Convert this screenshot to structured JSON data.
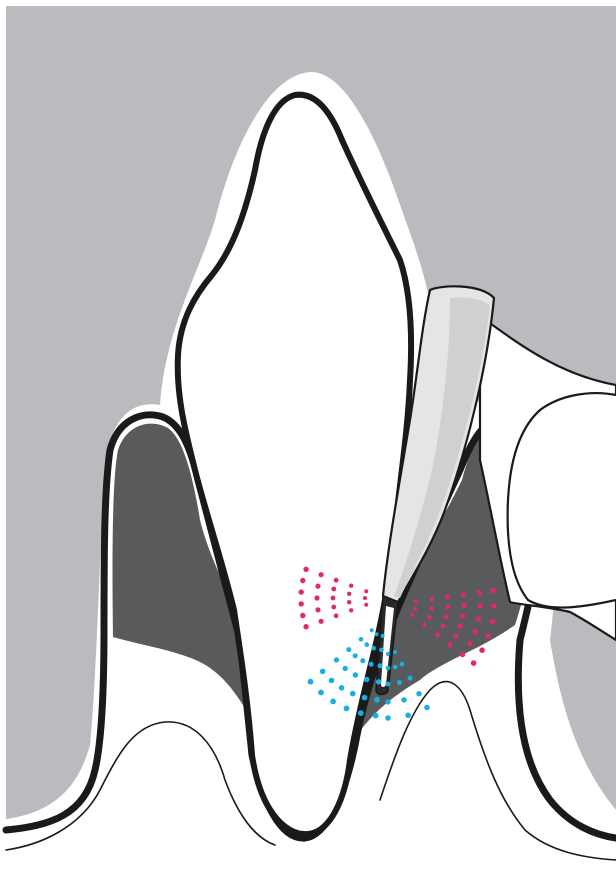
{
  "colors": {
    "background_gray": "#b9bbbe",
    "page_white": "#ffffff",
    "outline_black": "#1a1a1a",
    "gum_pocket_dark": "#595a5c",
    "instrument_light": "#e4e5e7",
    "instrument_shade": "#cfd0d2",
    "pink_spray": "#e0286f",
    "cyan_spray": "#19aee6"
  },
  "icons": {
    "tooth": "tooth-illustration",
    "gums": "gum-tissue-illustration",
    "instrument": "scaler-tip-illustration",
    "spray_pink": "pink-dot-spray",
    "spray_cyan": "cyan-dot-spray"
  }
}
